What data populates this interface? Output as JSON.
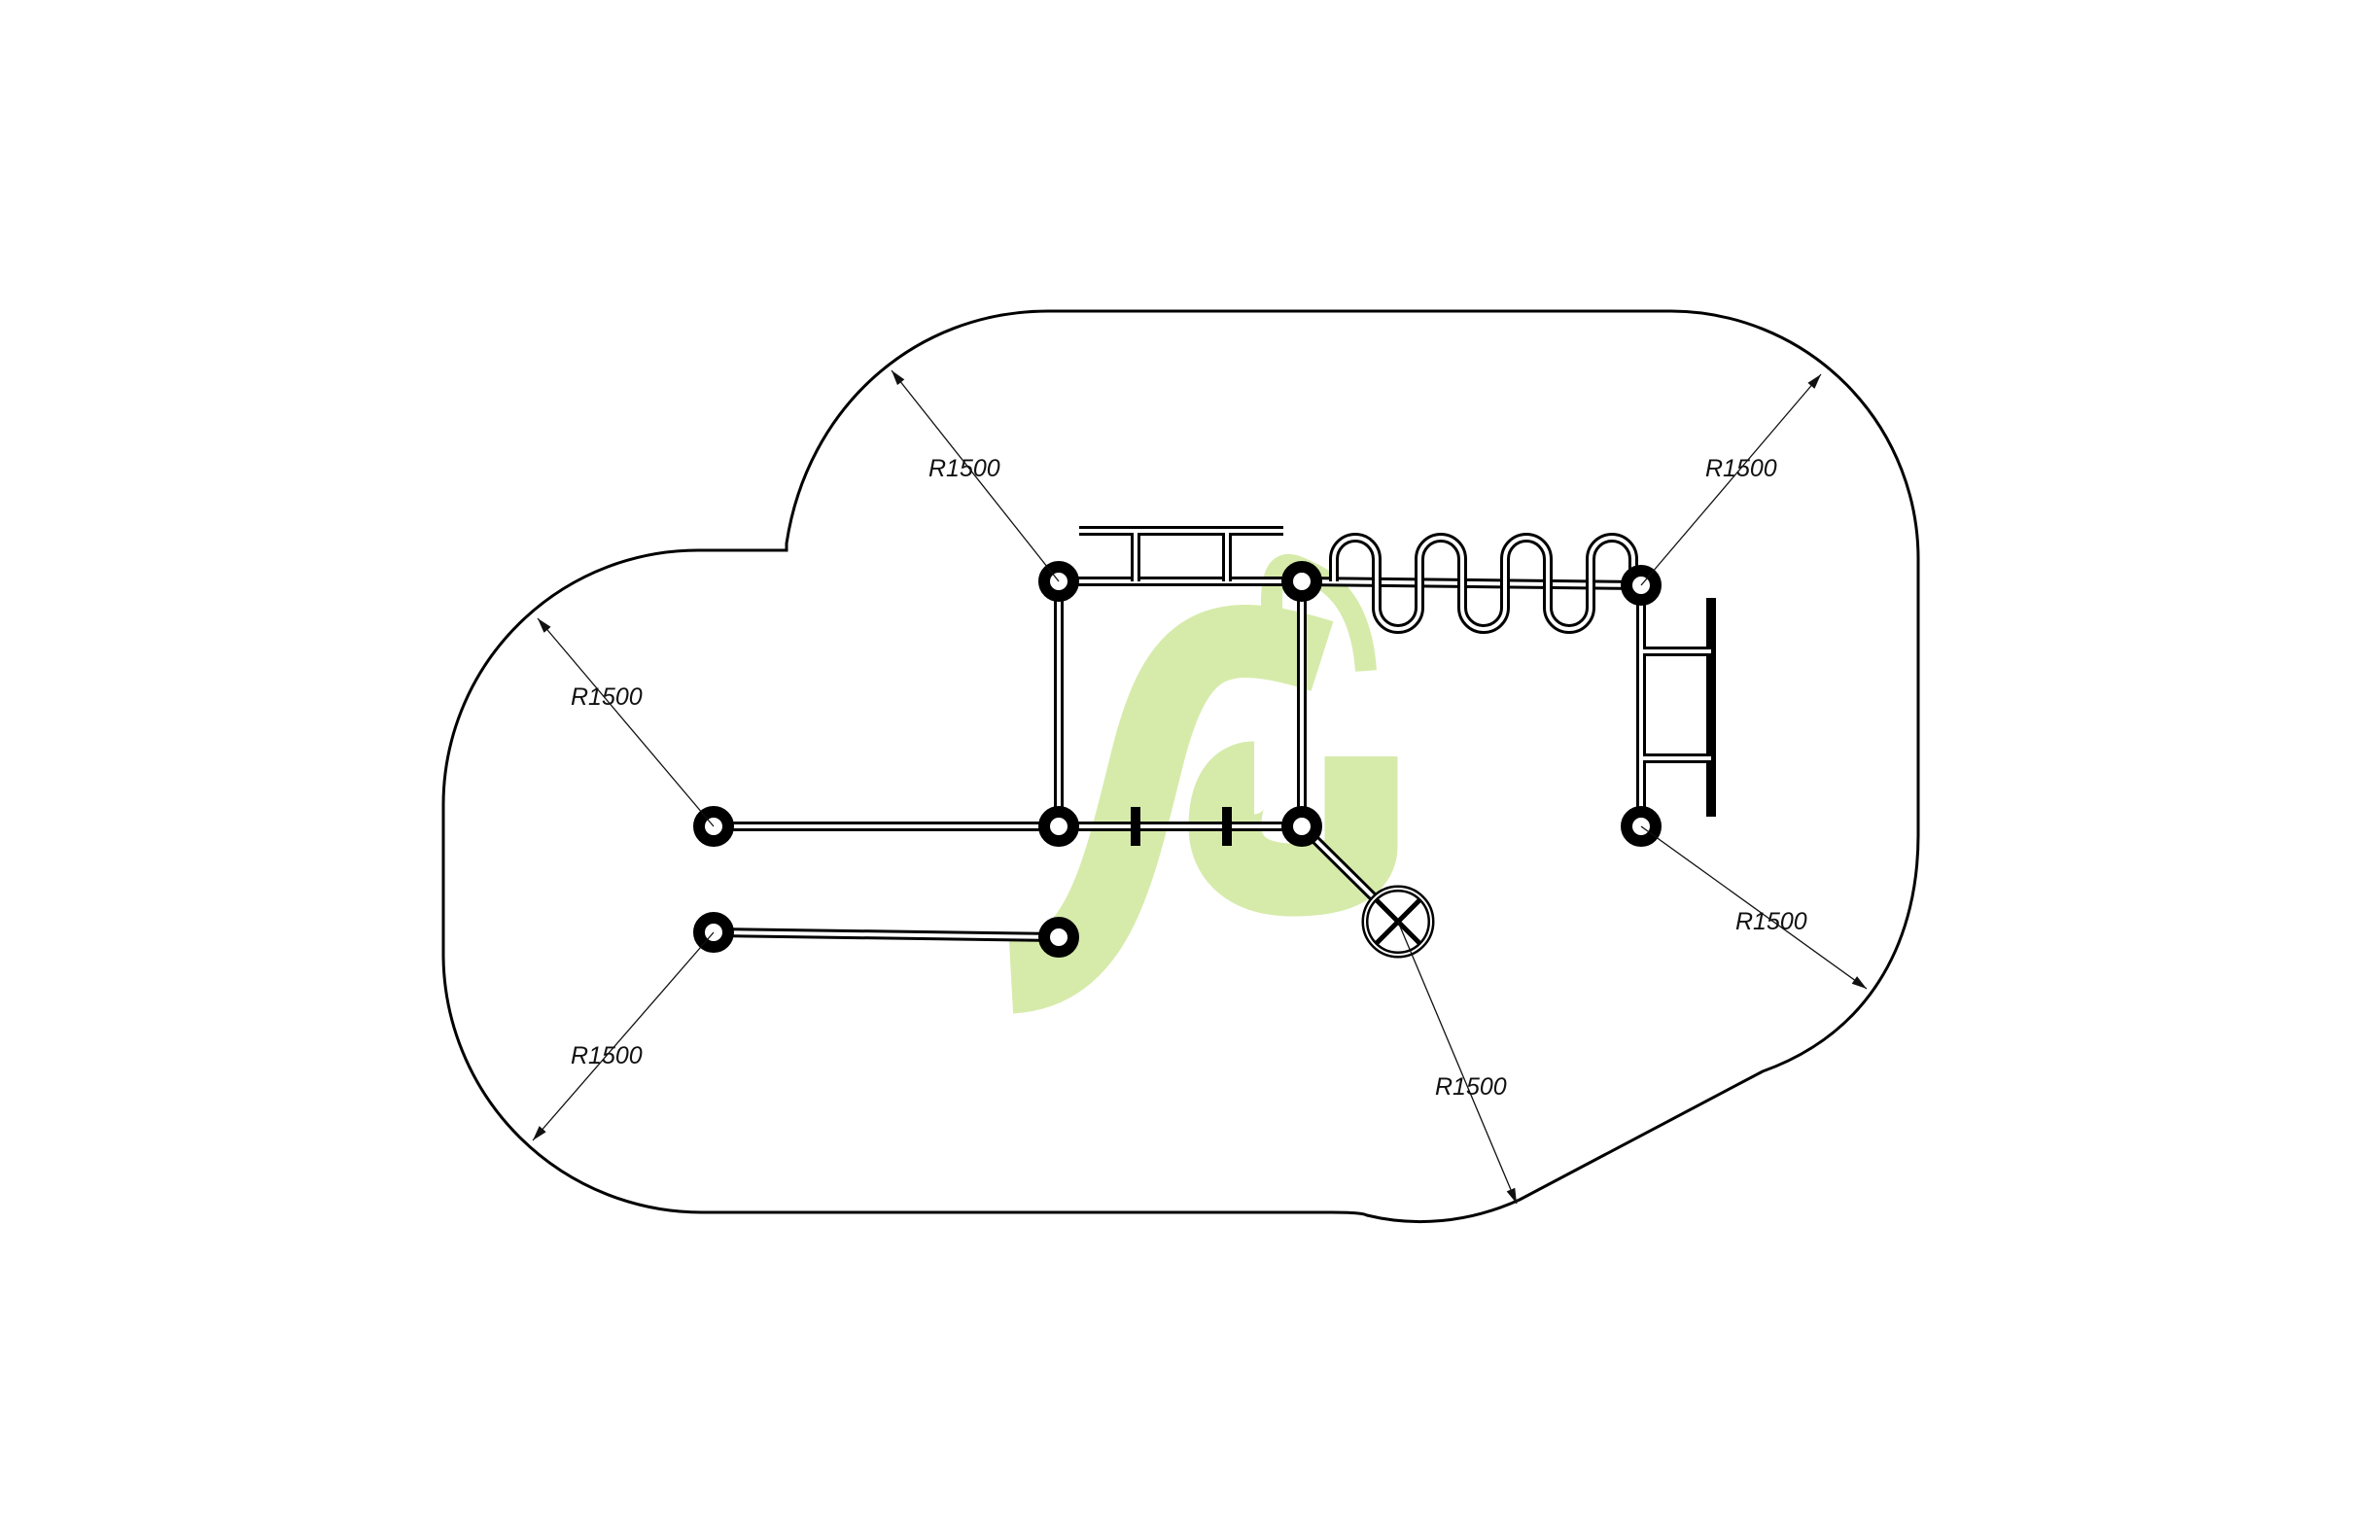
{
  "drawing": {
    "type": "playground layout plan",
    "dimension_labels": [
      "R1500",
      "R1500",
      "R1500",
      "R1500",
      "R1500",
      "R1500"
    ],
    "colors": {
      "line": "#000000",
      "watermark": "#d6ebaa"
    }
  }
}
